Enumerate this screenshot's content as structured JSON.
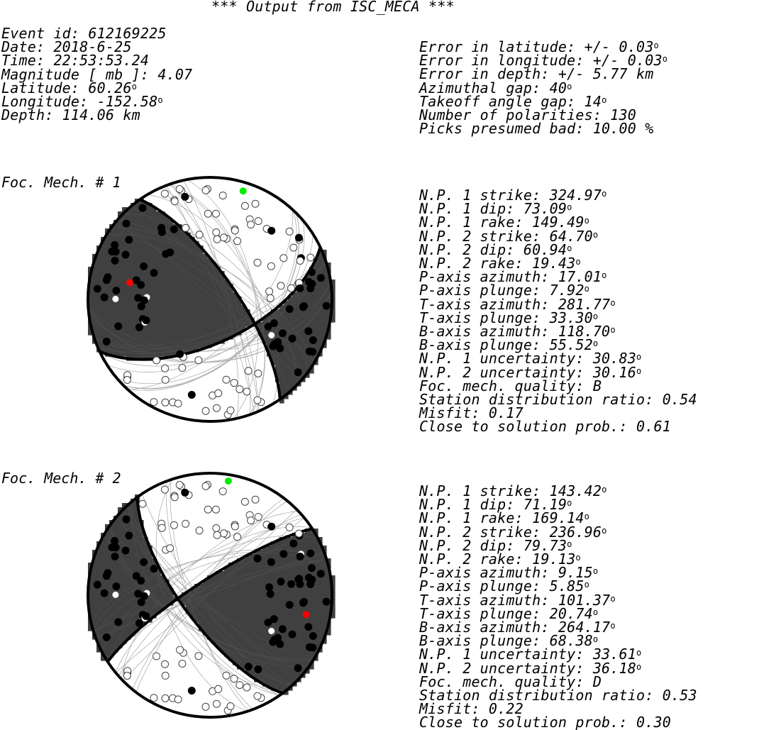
{
  "header": {
    "title": "*** Output from ISC_MECA ***"
  },
  "event": {
    "lines": [
      "Event id: 612169225",
      "Date: 2018-6-25",
      "Time: 22:53:53.24",
      "Magnitude [ mb ]: 4.07",
      "Latitude: 60.26°",
      "Longitude: -152.58°",
      "Depth: 114.06 km"
    ]
  },
  "errors": {
    "lines": [
      "Error in latitude: +/- 0.03°",
      "Error in longitude: +/- 0.03°",
      "Error in depth: +/- 5.77 km",
      "Azimuthal gap: 40°",
      "Takeoff angle gap: 14°",
      "Number of polarities: 130",
      "Picks presumed bad: 10.00 %"
    ]
  },
  "mechanisms": [
    {
      "label": "Foc. Mech. # 1",
      "lines": [
        "N.P. 1 strike: 324.97°",
        "N.P. 1 dip: 73.09°",
        "N.P. 1 rake: 149.49°",
        "N.P. 2 strike: 64.70°",
        "N.P. 2 dip: 60.94°",
        "N.P. 2 rake: 19.43°",
        "P-axis azimuth: 17.01°",
        "P-axis plunge: 7.92°",
        "T-axis azimuth: 281.77°",
        "T-axis plunge: 33.30°",
        "B-axis azimuth: 118.70°",
        "B-axis plunge: 55.52°",
        "N.P. 1 uncertainty: 30.83°",
        "N.P. 2 uncertainty: 30.16°",
        "Foc. mech. quality: B",
        "Station distribution ratio: 0.54",
        "Misfit: 0.17",
        "Close to solution prob.: 0.61"
      ],
      "planes": [
        {
          "strike": 324.97,
          "dip": 73.09
        },
        {
          "strike": 64.7,
          "dip": 60.94
        }
      ],
      "p_axis": {
        "azimuth": 17.01,
        "plunge": 7.92
      },
      "t_axis": {
        "azimuth": 281.77,
        "plunge": 33.3
      }
    },
    {
      "label": "Foc. Mech. # 2",
      "lines": [
        "N.P. 1 strike: 143.42°",
        "N.P. 1 dip: 71.19°",
        "N.P. 1 rake: 169.14°",
        "N.P. 2 strike: 236.96°",
        "N.P. 2 dip: 79.73°",
        "N.P. 2 rake: 19.13°",
        "P-axis azimuth: 9.15°",
        "P-axis plunge: 5.85°",
        "T-axis azimuth: 101.37°",
        "T-axis plunge: 20.74°",
        "B-axis azimuth: 264.17°",
        "B-axis plunge: 68.38°",
        "N.P. 1 uncertainty: 33.61°",
        "N.P. 2 uncertainty: 36.18°",
        "Foc. mech. quality: D",
        "Station distribution ratio: 0.53",
        "Misfit: 0.22",
        "Close to solution prob.: 0.30"
      ],
      "planes": [
        {
          "strike": 143.42,
          "dip": 71.19
        },
        {
          "strike": 236.96,
          "dip": 79.73
        }
      ],
      "p_axis": {
        "azimuth": 9.15,
        "plunge": 5.85
      },
      "t_axis": {
        "azimuth": 101.37,
        "plunge": 20.74
      }
    }
  ],
  "colors": {
    "compression": "#404040",
    "dilatation": "#ffffff",
    "grid_line": "#5a5a5a",
    "polarity_up": "#000000",
    "polarity_down": "#ffffff",
    "p_axis": "#00ee00",
    "t_axis": "#ff0000",
    "outline": "#000000"
  }
}
